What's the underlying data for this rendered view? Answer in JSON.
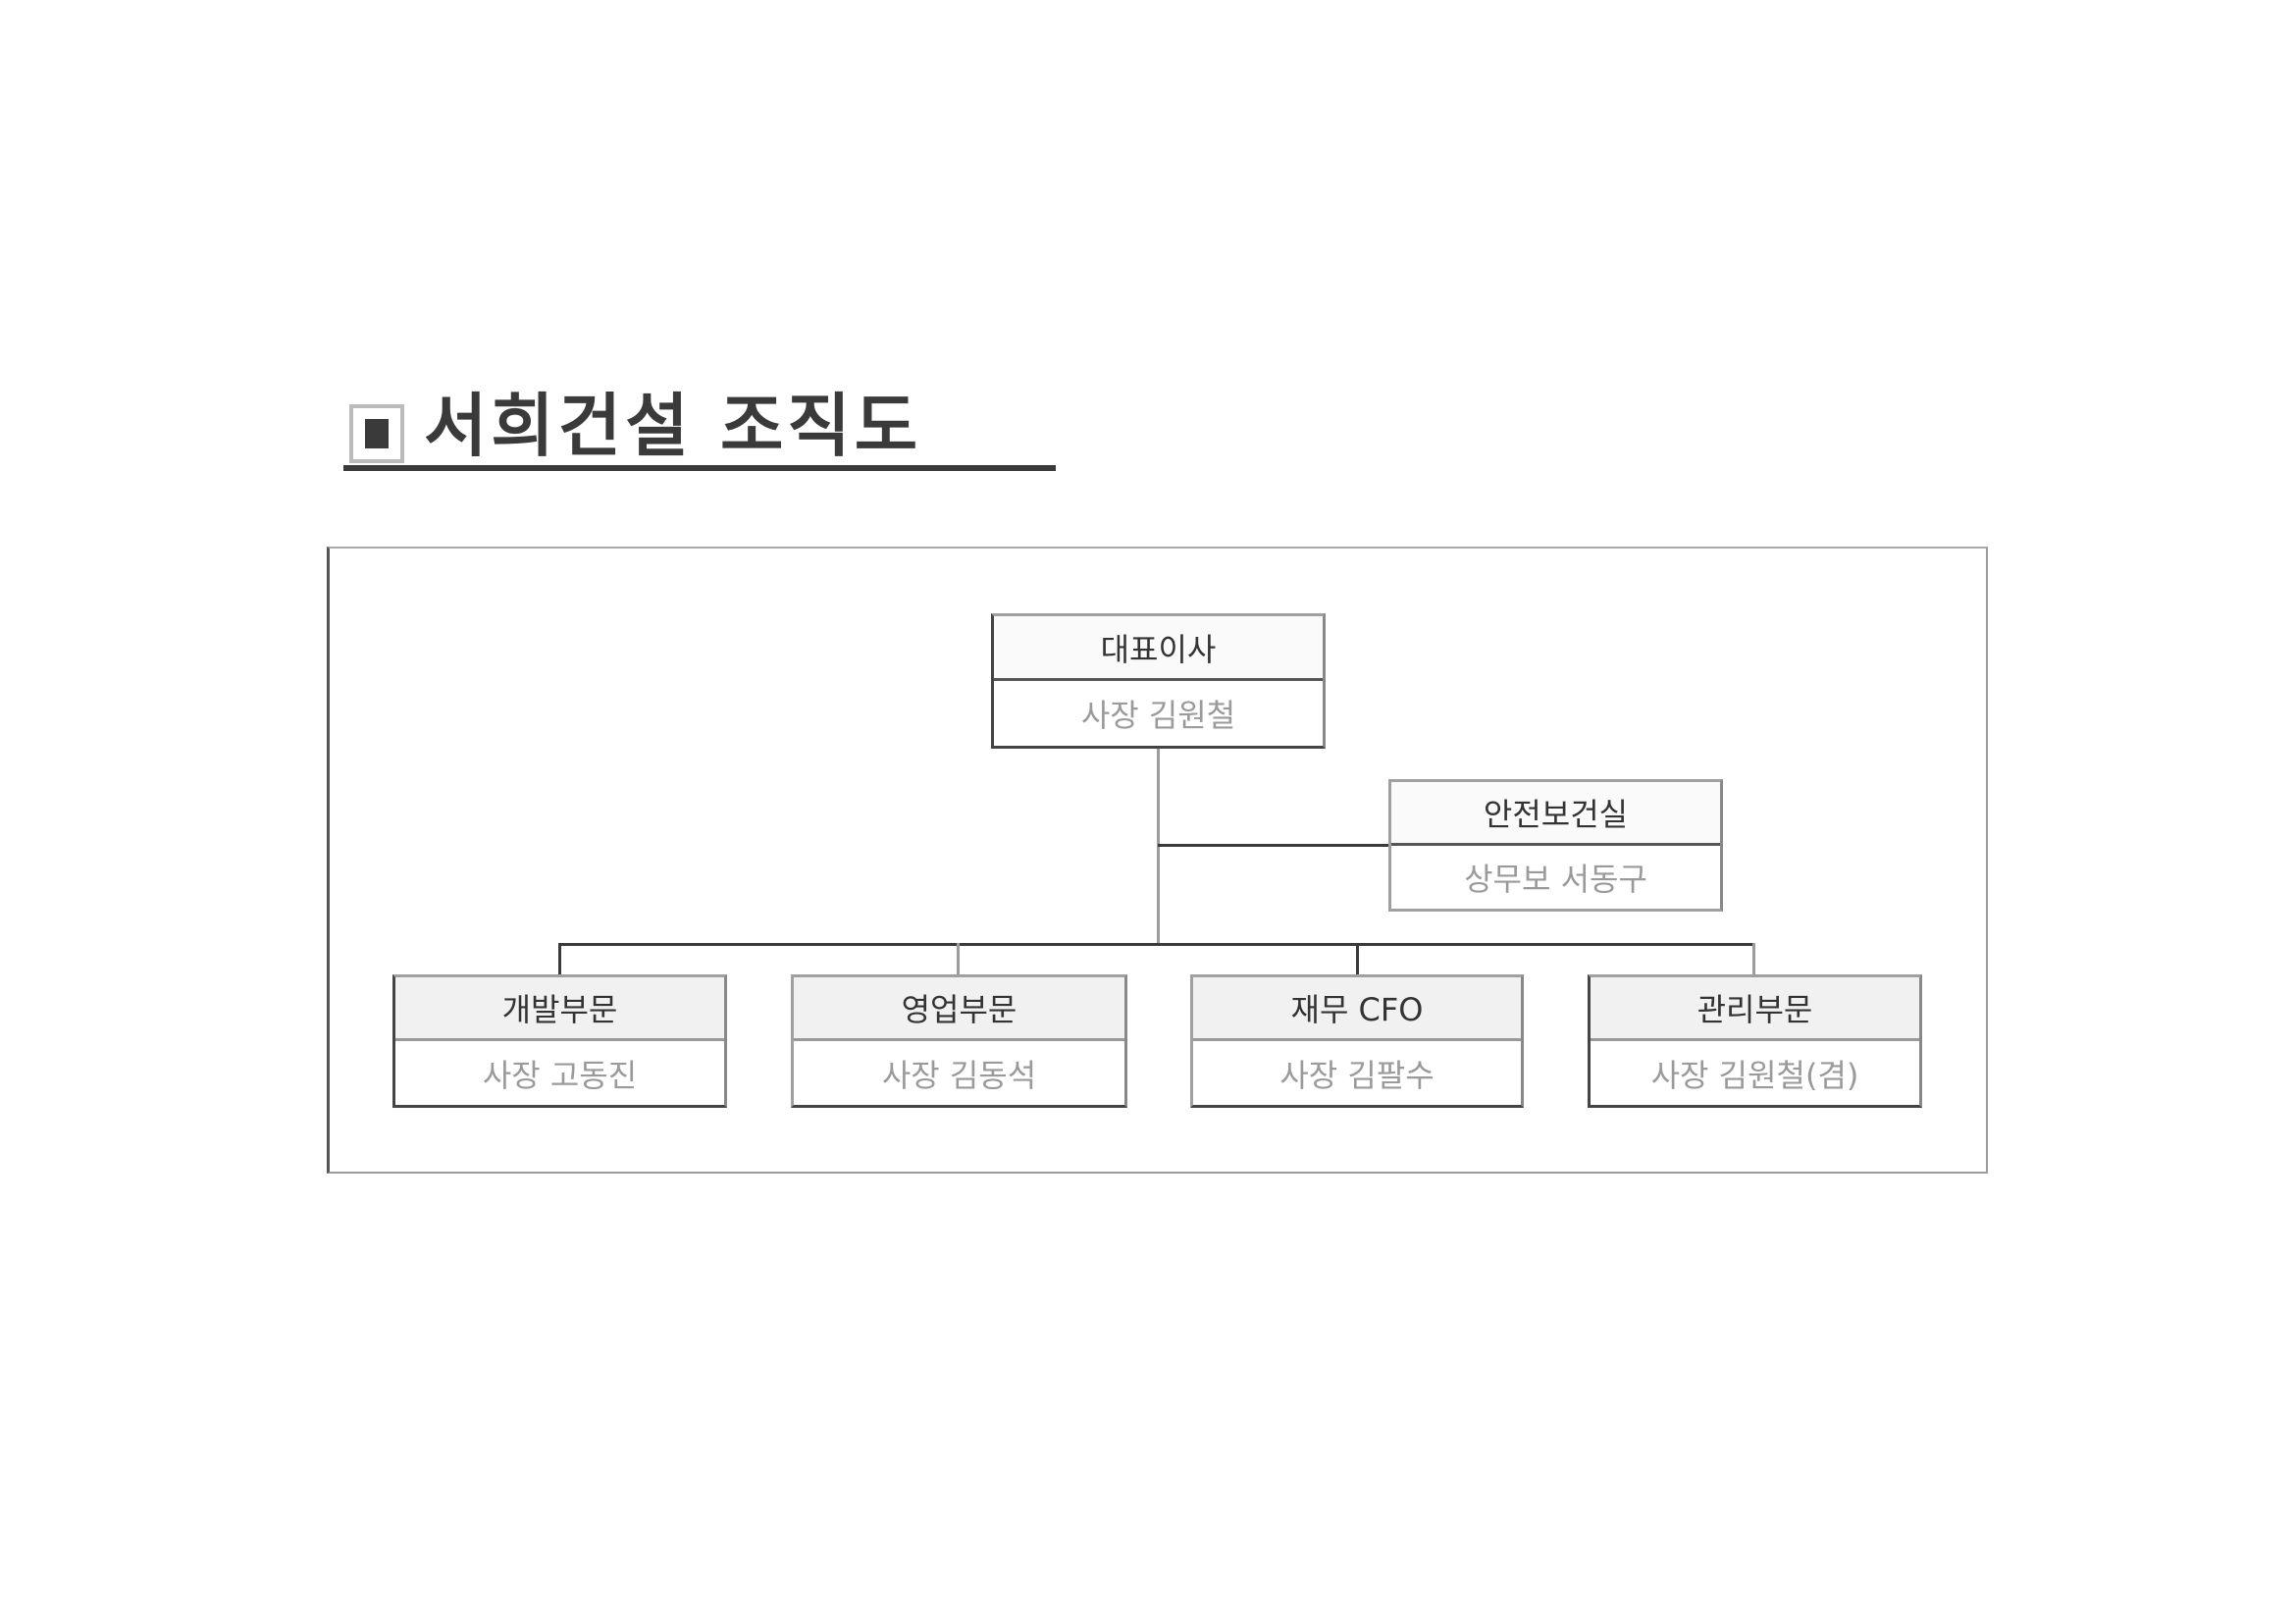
{
  "page": {
    "title": "서희건설 조직도",
    "title_bullet_icon": "black-square-in-box"
  },
  "org_chart": {
    "root": {
      "title": "대표이사",
      "person": "사장 김원철"
    },
    "staff": {
      "title": "안전보건실",
      "person": "상무보 서동구"
    },
    "divisions": [
      {
        "title": "개발부문",
        "person": "사장 고동진"
      },
      {
        "title": "영업부문",
        "person": "사장 김동석"
      },
      {
        "title": "재무 CFO",
        "person": "사장 김팔수"
      },
      {
        "title": "관리부문",
        "person": "사장 김원철(겸)"
      }
    ]
  },
  "colors": {
    "line": "#3a3a3a",
    "header_fill": "#f1f1f1",
    "person_text": "#9a9a9a"
  }
}
